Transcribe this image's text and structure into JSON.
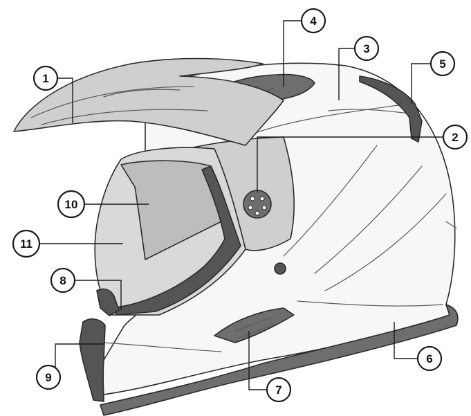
{
  "diagram": {
    "colors": {
      "shell": "#f7f7f7",
      "trim": "#6e6e6e",
      "dark": "#555555",
      "visor": "#cfcfcf",
      "shield": "#d9d9d9",
      "sunshield": "#bdbdbd",
      "outline": "#2b2b2b"
    },
    "callouts": [
      {
        "id": "visor",
        "label": "1"
      },
      {
        "id": "pivot-mechanism",
        "label": "2"
      },
      {
        "id": "shell",
        "label": "3"
      },
      {
        "id": "top-vent",
        "label": "4"
      },
      {
        "id": "rear-exhaust-vent",
        "label": "5"
      },
      {
        "id": "neck-trim",
        "label": "6"
      },
      {
        "id": "chin-vent",
        "label": "7"
      },
      {
        "id": "shield-tab",
        "label": "8"
      },
      {
        "id": "chin-guard",
        "label": "9"
      },
      {
        "id": "sun-shield",
        "label": "10"
      },
      {
        "id": "face-shield",
        "label": "11"
      }
    ]
  }
}
